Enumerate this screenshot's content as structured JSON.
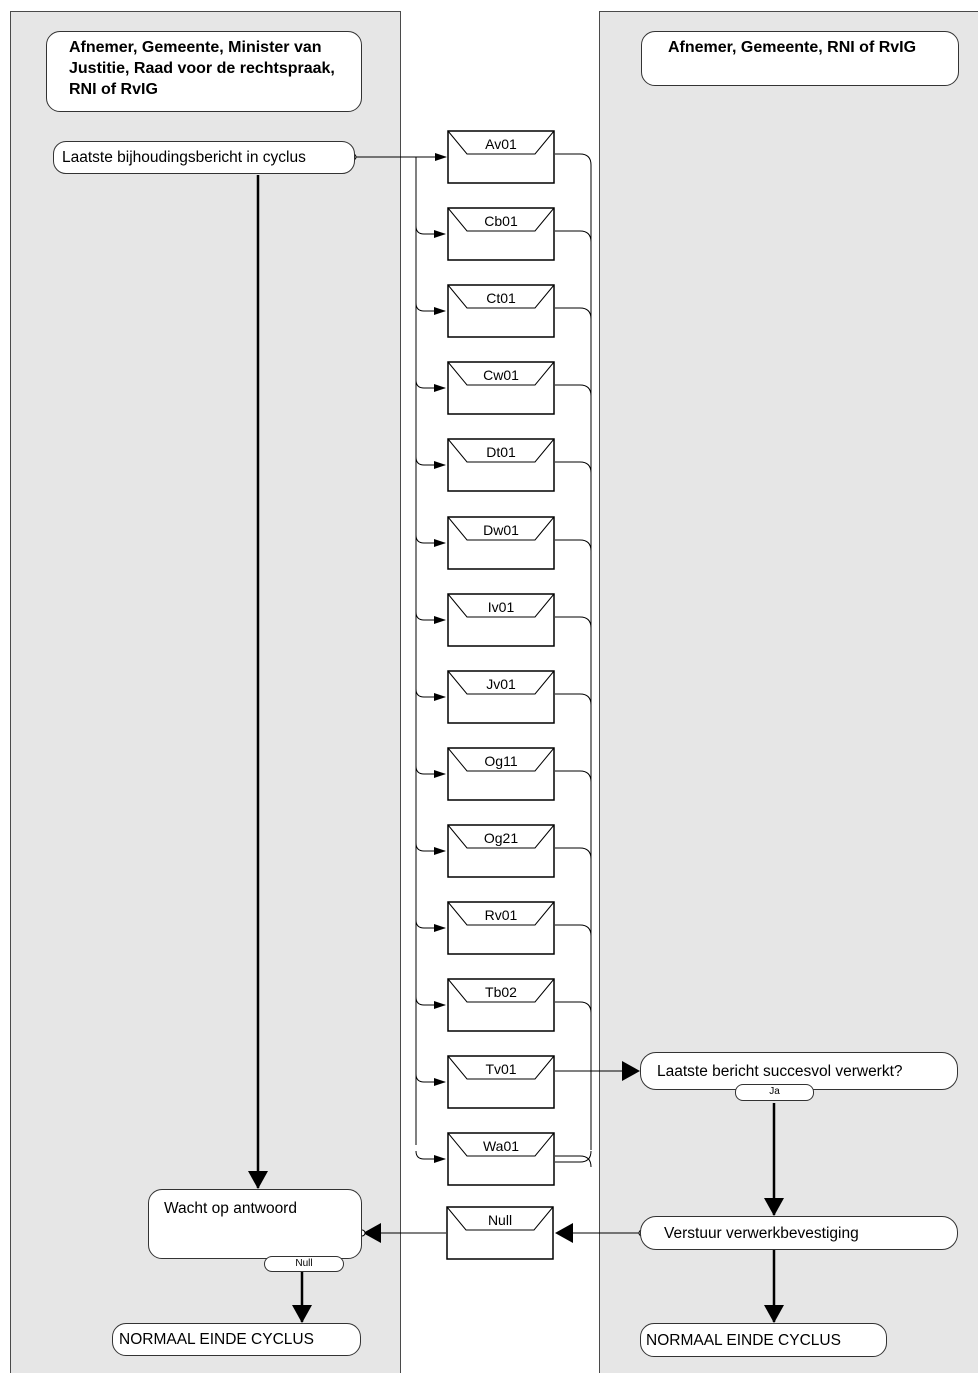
{
  "lanes": {
    "left_title": "Afnemer,  Gemeente, Minister van Justitie, Raad voor de rechtspraak,  RNI of RvIG",
    "right_title": "Afnemer,  Gemeente, RNI of RvIG"
  },
  "left": {
    "start": "Laatste bijhoudingsbericht in cyclus",
    "wait": "Wacht op antwoord",
    "wait_tag": "Null",
    "end": "NORMAAL EINDE  CYCLUS"
  },
  "right": {
    "decision": "Laatste bericht succesvol verwerkt?",
    "decision_tag": "Ja",
    "send": "Verstuur verwerkbevestiging",
    "end": "NORMAAL EINDE  CYCLUS"
  },
  "messages": [
    "Av01",
    "Cb01",
    "Ct01",
    "Cw01",
    "Dt01",
    "Dw01",
    "Iv01",
    "Jv01",
    "Og11",
    "Og21",
    "Rv01",
    "Tb02",
    "Tv01",
    "Wa01"
  ],
  "reply_message": "Null",
  "colors": {
    "lane": "#e6e6e6",
    "line": "#000000",
    "box_border": "#333333"
  }
}
